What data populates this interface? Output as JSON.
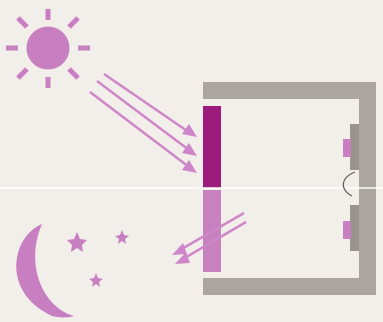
{
  "colors": {
    "background": "#f2efea",
    "sun": "#c77fc1",
    "moon_stars": "#c77fc1",
    "arrows": "#cf86c8",
    "wall": "#aba59f",
    "window_day": "#9c1c7e",
    "window_night": "#c781be",
    "divider": "#ffffff",
    "heater": "#c77fc1"
  },
  "icons": {
    "day": "sun-icon",
    "night": "crescent-moon-icon",
    "stars": "star-icon"
  },
  "diagram": {
    "panels": [
      "day",
      "night"
    ],
    "day_rays_in": 3,
    "night_rays_out": 2,
    "stars": 3
  }
}
